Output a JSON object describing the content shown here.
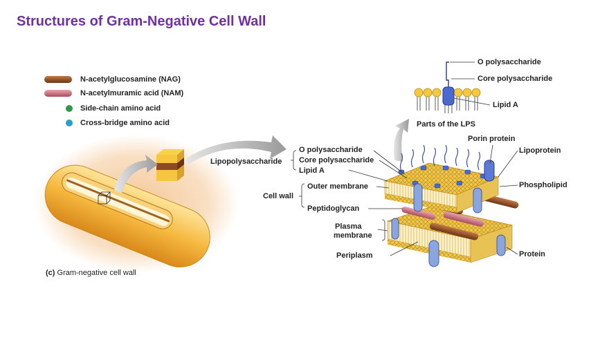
{
  "slide": {
    "title": "Structures of Gram-Negative Cell Wall"
  },
  "legend": [
    {
      "label": "N-acetylglucosamine (NAG)",
      "color": "#8b4a24"
    },
    {
      "label": "N-acetylmuramic acid (NAM)",
      "color": "#c8707e"
    },
    {
      "label": "Side-chain amino acid",
      "color": "#2e9a48"
    },
    {
      "label": "Cross-bridge amino acid",
      "color": "#2aa0c8"
    }
  ],
  "labels": {
    "o_polysaccharide_top": "O polysaccharide",
    "core_polysaccharide_top": "Core polysaccharide",
    "lipid_a_top": "Lipid A",
    "parts_of_lps": "Parts of the LPS",
    "porin_protein": "Porin protein",
    "lipoprotein": "Lipoprotein",
    "phospholipid": "Phospholipid",
    "protein": "Protein",
    "lipopolysaccharide": "Lipopolysaccharide",
    "o_polysaccharide": "O polysaccharide",
    "core_polysaccharide": "Core polysaccharide",
    "lipid_a": "Lipid A",
    "cell_wall": "Cell wall",
    "outer_membrane": "Outer membrane",
    "peptidoglycan": "Peptidoglycan",
    "plasma_membrane_1": "Plasma",
    "plasma_membrane_2": "membrane",
    "periplasm": "Periplasm"
  },
  "caption": {
    "letter": "(c)",
    "text": "Gram-negative cell wall"
  }
}
